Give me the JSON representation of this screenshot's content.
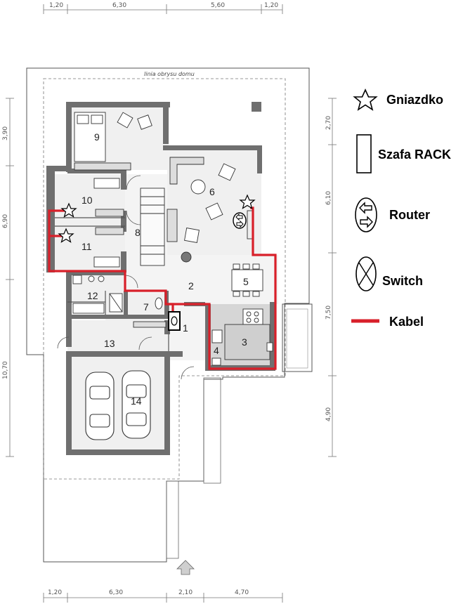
{
  "outline_label": "linia obrysu domu",
  "dims": {
    "top": [
      "1,20",
      "6,30",
      "5,60",
      "1,20"
    ],
    "bottom": [
      "1,20",
      "6,30",
      "2,10",
      "4,70"
    ],
    "left": [
      "3,90",
      "6,90",
      "10,70"
    ],
    "right": [
      "2,70",
      "6,10",
      "7,50",
      "4,90"
    ]
  },
  "rooms": {
    "r1": "1",
    "r2": "2",
    "r3": "3",
    "r4": "4",
    "r5": "5",
    "r6": "6",
    "r7": "7",
    "r8": "8",
    "r9": "9",
    "r10": "10",
    "r11": "11",
    "r12": "12",
    "r13": "13",
    "r14": "14"
  },
  "legend": {
    "socket": "Gniazdko",
    "rack": "Szafa RACK",
    "router": "Router",
    "switch": "Switch",
    "cable": "Kabel"
  },
  "colors": {
    "cable": "#d8202a",
    "wall": "#6f6f6f",
    "floor_light": "#f0f0f0",
    "floor_mid": "#d6d6d6"
  },
  "icons": [
    "star-icon",
    "rack-icon",
    "router-icon",
    "switch-icon",
    "cable-line-icon",
    "car-icon",
    "entrance-arrow-icon"
  ]
}
